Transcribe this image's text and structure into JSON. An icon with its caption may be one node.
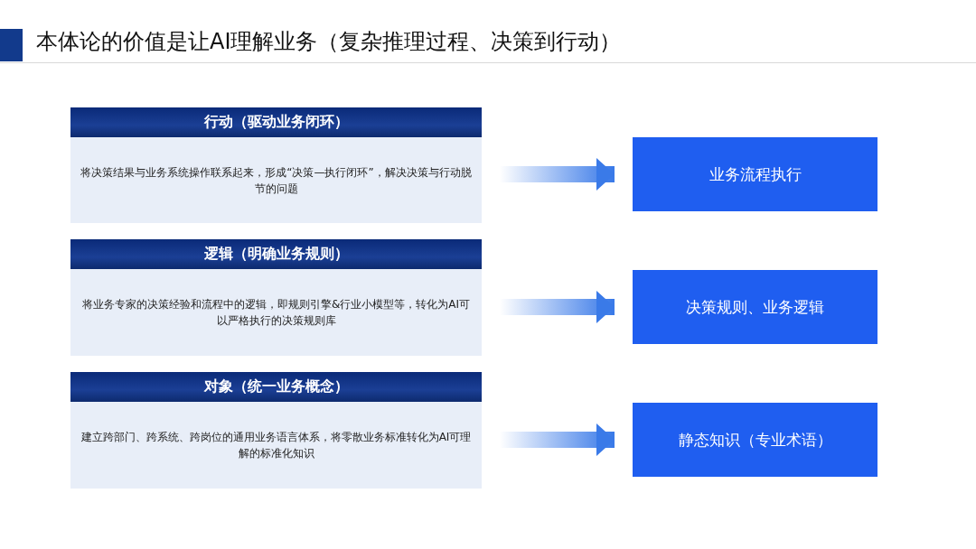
{
  "diagram": {
    "title": "本体论的价值是让AI理解业务（复杂推理过程、决策到行动）",
    "nodes": [
      {
        "text": [
          "行动（驱动业务闭环）",
          "将决策结果与业务系统操作联系起来，形成“决策—执行闭环”，解决决策与行动脱节的问题"
        ]
      },
      {
        "text": [
          "业务流程执行"
        ]
      },
      {
        "text": [
          "逻辑（明确业务规则）",
          "将业务专家的决策经验和流程中的逻辑，即规则引擎&行业小模型等，转化为AI可以严格执行的决策规则库"
        ]
      },
      {
        "text": [
          "决策规则、业务逻辑"
        ]
      },
      {
        "text": [
          "对象（统一业务概念）",
          "建立跨部门、跨系统、跨岗位的通用业务语言体系，将零散业务标准转化为AI可理解的标准化知识"
        ]
      },
      {
        "text": [
          "静态知识（专业术语）"
        ]
      }
    ],
    "edges": [
      {
        "from": 0,
        "to": 1,
        "arrow": "to"
      },
      {
        "from": 2,
        "to": 3,
        "arrow": "to"
      },
      {
        "from": 4,
        "to": 5,
        "arrow": "to"
      }
    ]
  }
}
